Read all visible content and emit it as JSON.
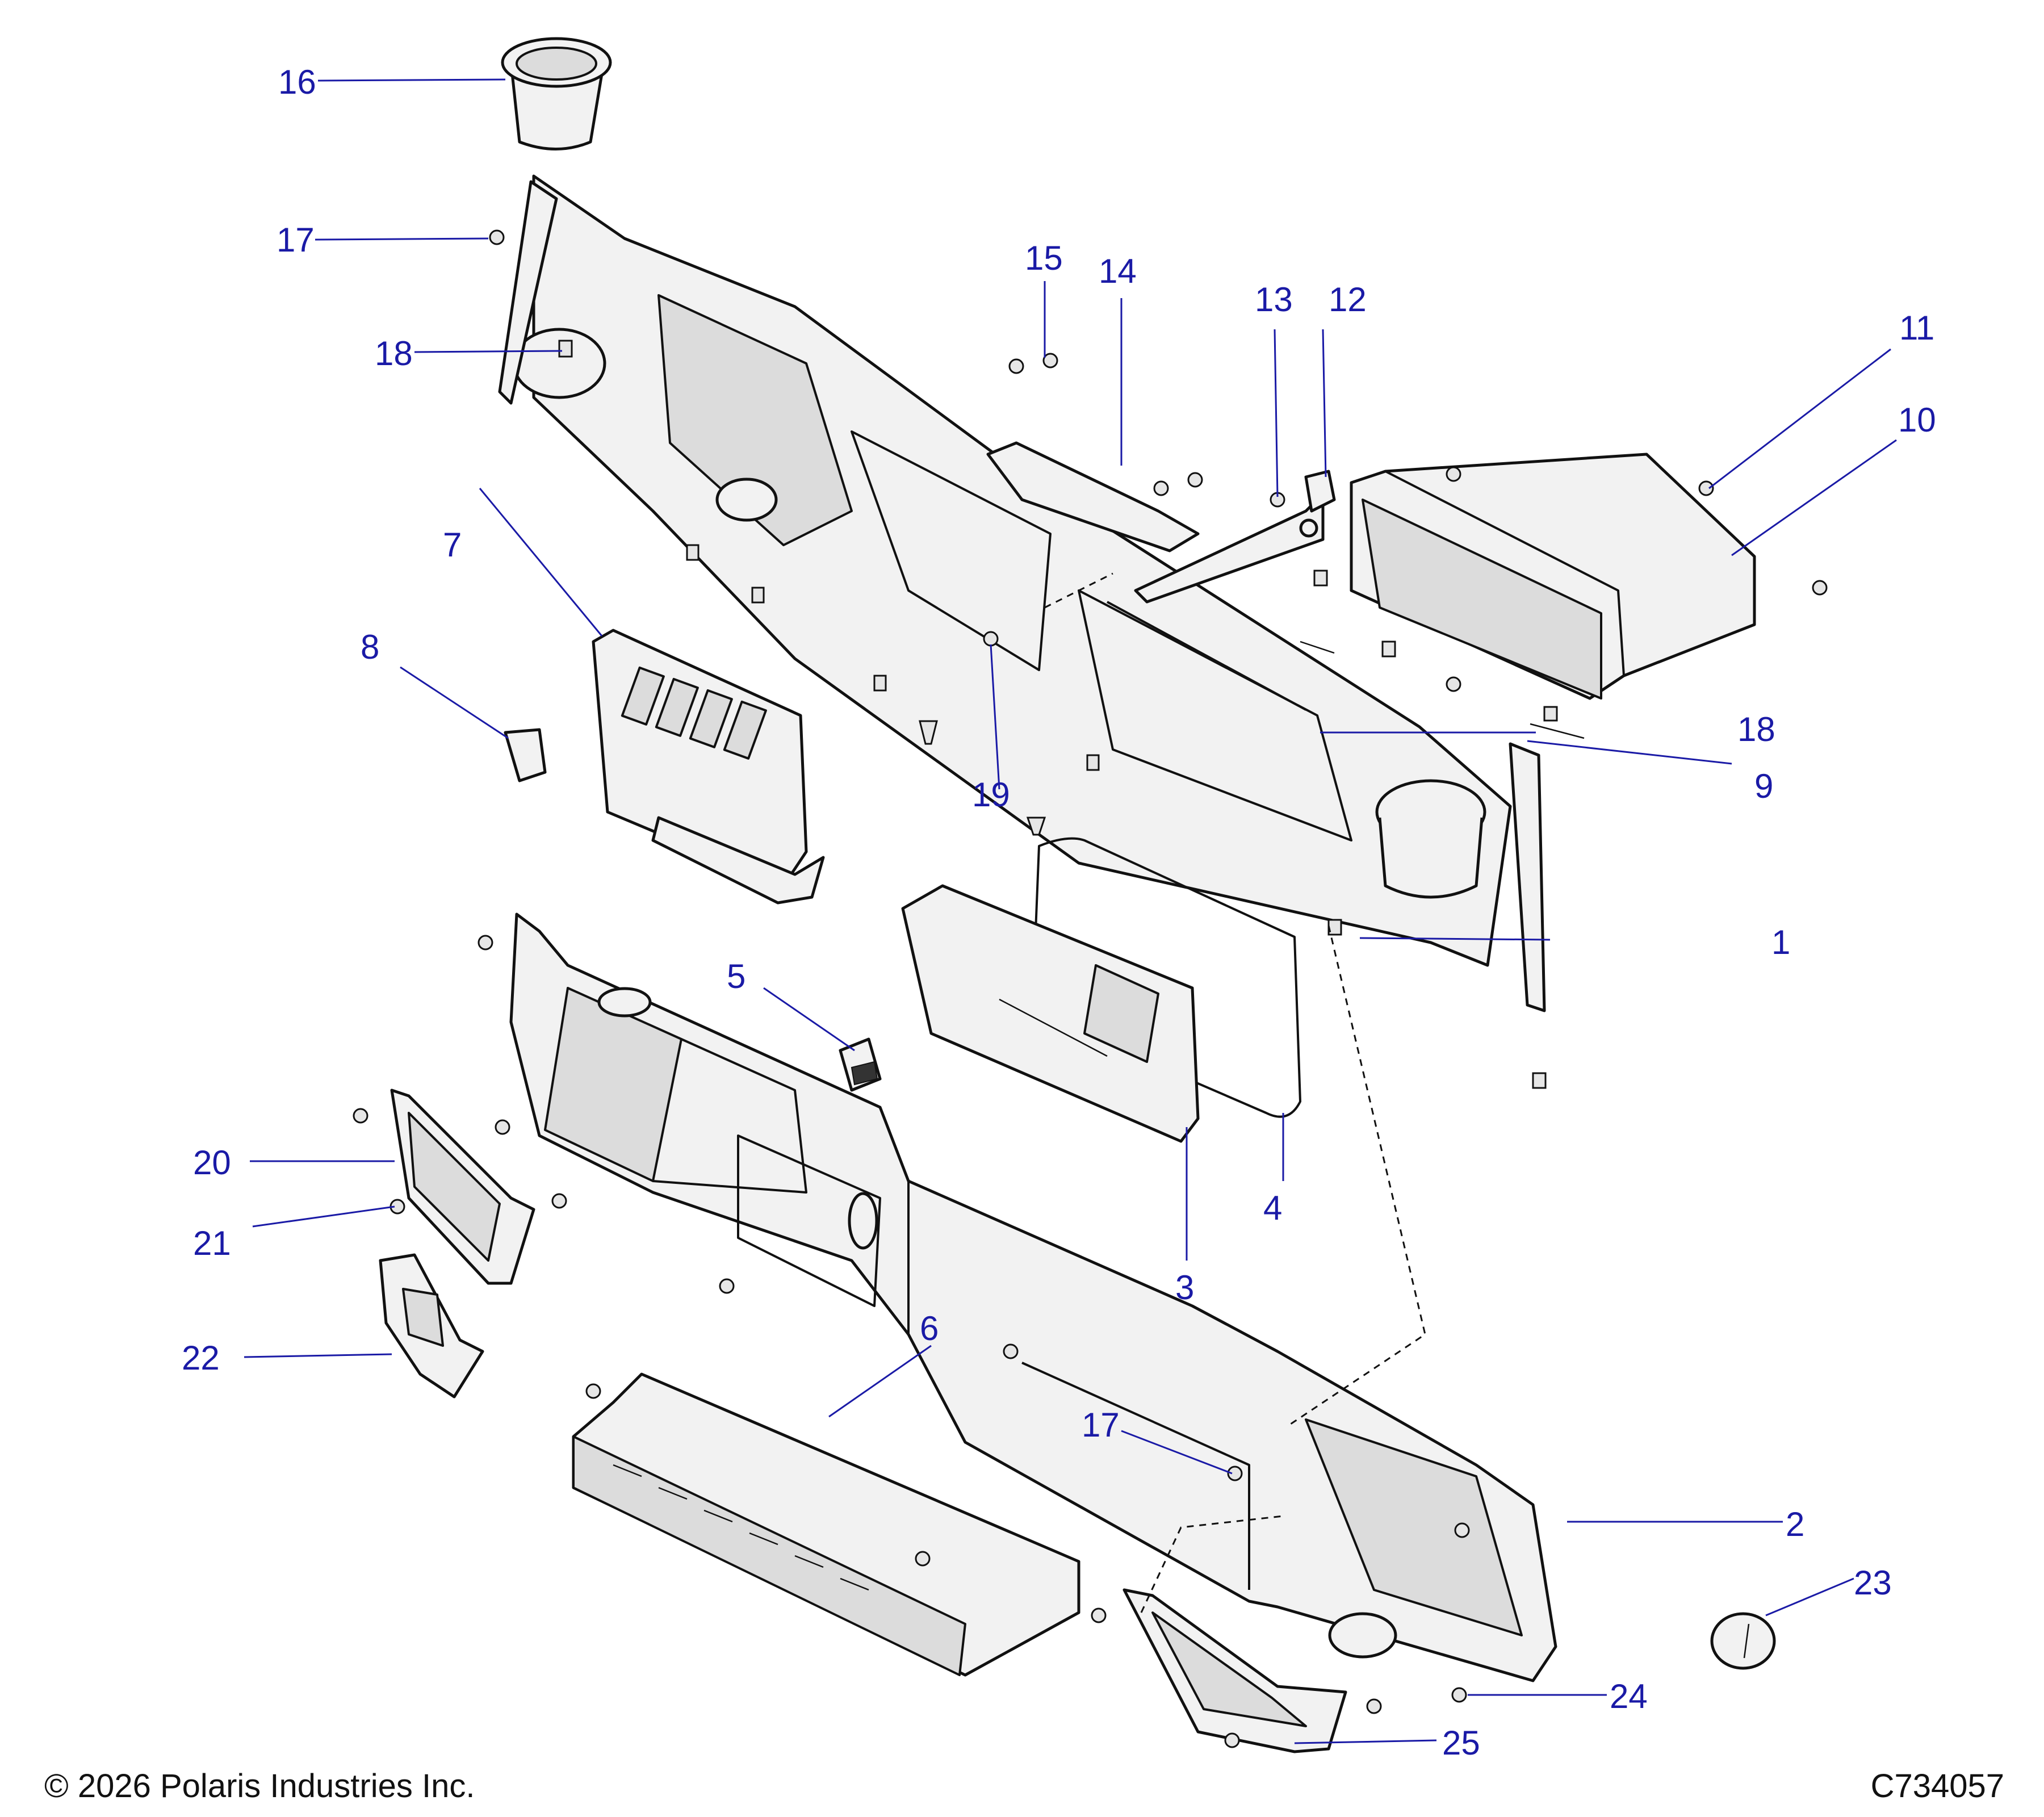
{
  "callouts": {
    "c1": "1",
    "c2": "2",
    "c3": "3",
    "c4": "4",
    "c5": "5",
    "c6": "6",
    "c7": "7",
    "c8": "8",
    "c9": "9",
    "c10": "10",
    "c11": "11",
    "c12": "12",
    "c13": "13",
    "c14": "14",
    "c15": "15",
    "c16": "16",
    "c17a": "17",
    "c17b": "17",
    "c18a": "18",
    "c18b": "18",
    "c19": "19",
    "c20": "20",
    "c21": "21",
    "c22": "22",
    "c23": "23",
    "c24": "24",
    "c25": "25"
  },
  "footer": {
    "copyright": "© 2026 Polaris Industries Inc.",
    "figure_id": "C734057"
  },
  "colors": {
    "callout": "#1a1aa6",
    "line": "#111111",
    "part_fill": "#f2f2f2"
  }
}
